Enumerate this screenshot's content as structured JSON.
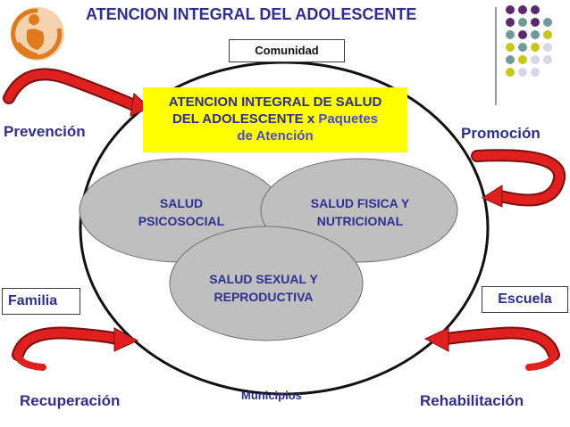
{
  "title": "ATENCION INTEGRAL  DEL ADOLESCENTE",
  "top_box": "Comunidad",
  "central_box": {
    "line1": "ATENCION INTEGRAL DE SALUD",
    "line2_bold": "DEL ADOLESCENTE x ",
    "line2_accent": "Paquetes",
    "line3_accent": "de Atención"
  },
  "ellipses": {
    "psicosocial": {
      "line1": "SALUD",
      "line2": "PSICOSOCIAL"
    },
    "fisica": {
      "line1": "SALUD FISICA Y",
      "line2": "NUTRICIONAL"
    },
    "sexual": {
      "line1": "SALUD SEXUAL Y",
      "line2": "REPRODUCTIVA"
    }
  },
  "labels": {
    "prevencion": "Prevención",
    "promocion": "Promoción",
    "familia": "Familia",
    "escuela": "Escuela",
    "recuperacion": "Recuperación",
    "rehabilitacion": "Rehabilitación",
    "municipios": "Municipios"
  },
  "colors": {
    "title": "#2f2f8f",
    "yellow": "#ffff00",
    "ellipse_fill": "#bfbfbf",
    "arrow_red": "#e01f1f",
    "dot_purple": "#5b2a6e",
    "dot_teal": "#6e9a9a",
    "dot_olive": "#c9c61a",
    "dot_grey": "#d6d6e6"
  },
  "decor": {
    "logo": "adolescent-logo-icon",
    "dots": "dot-grid-icon"
  }
}
